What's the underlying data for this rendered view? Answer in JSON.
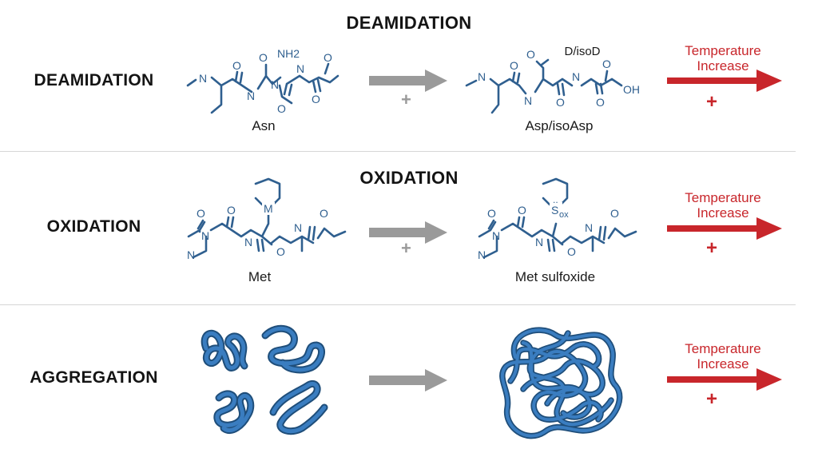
{
  "rows": {
    "deamidation": {
      "label": "DEAMIDATION",
      "title": "DEAMIDATION",
      "reactant": {
        "label": "Asn",
        "atoms": [
          "N",
          "O",
          "O",
          "NH2",
          "N",
          "N",
          "O",
          "N",
          "O",
          "O"
        ]
      },
      "product": {
        "label": "Asp/isoAsp",
        "tag": "D/isoD",
        "atoms": [
          "N",
          "O",
          "O",
          "N",
          "N",
          "O",
          "O",
          "OH",
          "O"
        ]
      },
      "plus": "+",
      "temperature": {
        "line1": "Temperature",
        "line2": "Increase",
        "plus": "+"
      }
    },
    "oxidation": {
      "label": "OXIDATION",
      "title": "OXIDATION",
      "reactant": {
        "label": "Met",
        "ring_atom": "M",
        "atoms": [
          "O",
          "O",
          "N",
          "N",
          "N",
          "O",
          "O",
          "N"
        ]
      },
      "product": {
        "label": "Met sulfoxide",
        "ring_atom": "S",
        "ring_sub": "ox",
        "ring_dots": "..",
        "atoms": [
          "O",
          "O",
          "N",
          "N",
          "N",
          "O",
          "O",
          "N"
        ]
      },
      "plus": "+",
      "temperature": {
        "line1": "Temperature",
        "line2": "Increase",
        "plus": "+"
      }
    },
    "aggregation": {
      "label": "AGGREGATION",
      "temperature": {
        "line1": "Temperature",
        "line2": "Increase",
        "plus": "+"
      }
    }
  },
  "colors": {
    "structure": "#2f5f8f",
    "tube": "#2f6fae",
    "gray_arrow": "#9a9a9a",
    "red_arrow": "#c8262b"
  }
}
